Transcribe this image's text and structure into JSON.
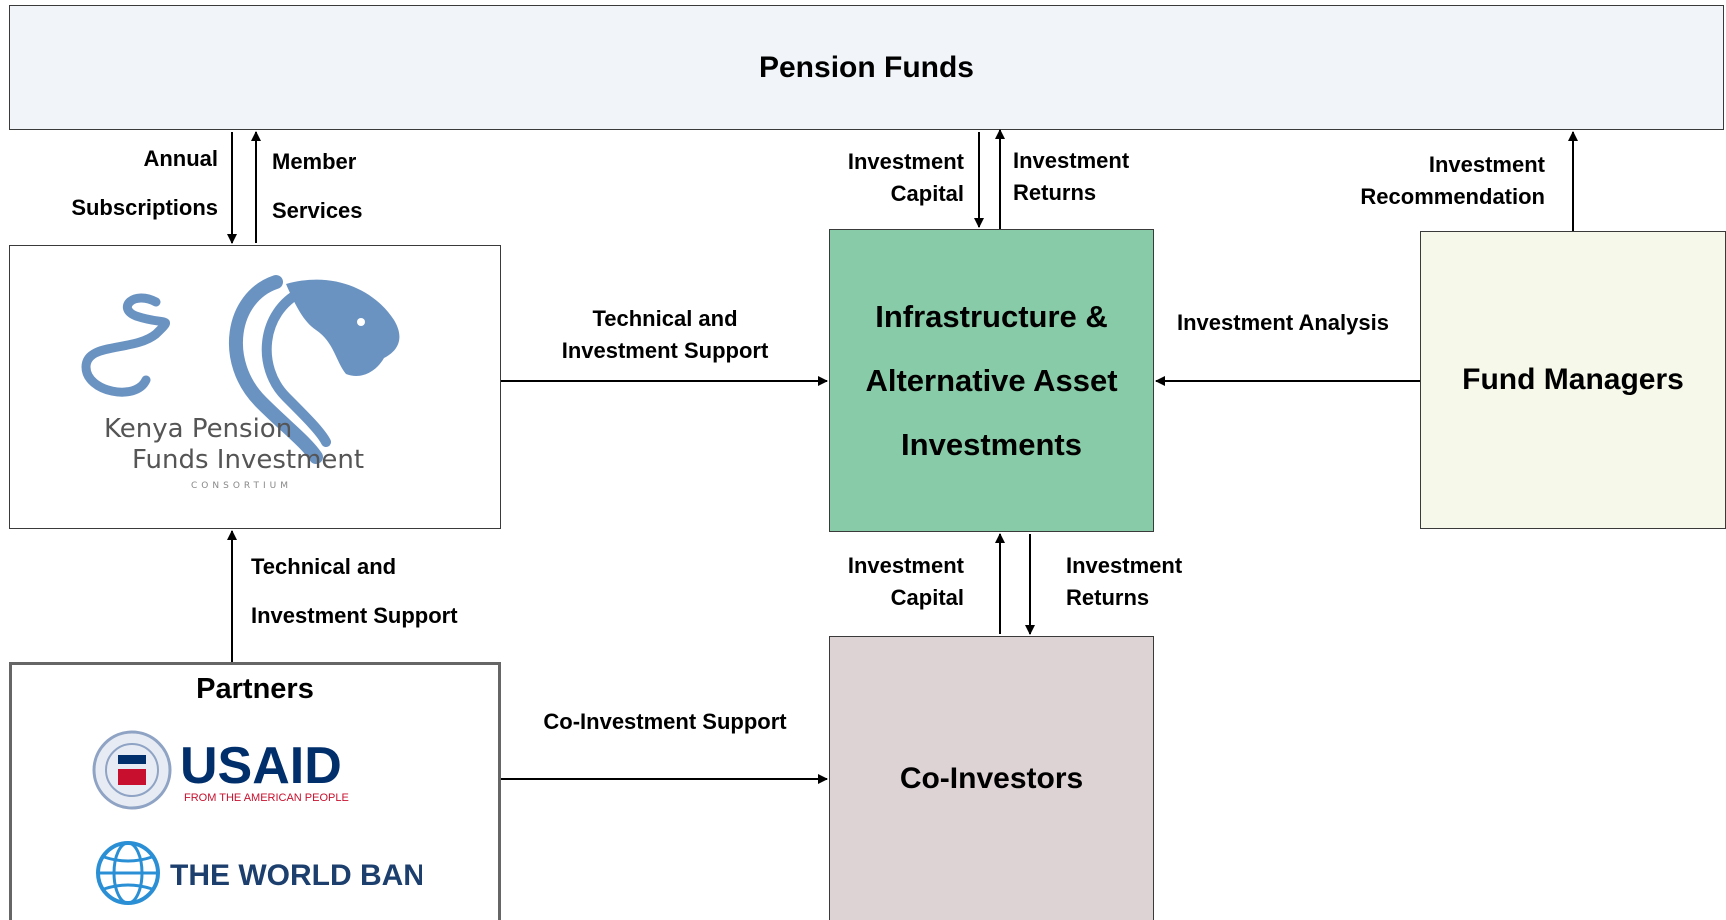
{
  "nodes": {
    "pension_funds": "Pension Funds",
    "infrastructure": [
      "Infrastructure &",
      "Alternative Asset",
      "Investments"
    ],
    "fund_managers": "Fund Managers",
    "co_investors": "Co-Investors",
    "partners": "Partners"
  },
  "logos": {
    "kpfic": {
      "line1": "Kenya Pension",
      "line2": "Funds Investment",
      "line3": "CONSORTIUM",
      "color": "#6a93c2"
    },
    "usaid": {
      "name": "USAID",
      "tagline": "FROM THE AMERICAN PEOPLE",
      "red": "#c8102e",
      "blue": "#002f6c"
    },
    "world_bank": {
      "name": "THE WORLD BANK",
      "color": "#1c3f6e",
      "globe": "#2a8fd4"
    }
  },
  "edges": {
    "annual": [
      "Annual",
      "Subscriptions"
    ],
    "member": [
      "Member",
      "Services"
    ],
    "inv_capital_top": [
      "Investment",
      "Capital"
    ],
    "inv_returns_top": [
      "Investment",
      "Returns"
    ],
    "inv_recommendation": [
      "Investment",
      "Recommendation"
    ],
    "tech_support_mid": [
      "Technical and",
      "Investment Support"
    ],
    "inv_analysis": "Investment Analysis",
    "tech_support_left": [
      "Technical and",
      "Investment Support"
    ],
    "inv_capital_bottom": [
      "Investment",
      "Capital"
    ],
    "inv_returns_bottom": [
      "Investment",
      "Returns"
    ],
    "co_support": "Co-Investment Support"
  },
  "colors": {
    "pension_funds_bg": "#f1f5f9",
    "infrastructure_bg": "#88cba8",
    "fund_managers_bg": "#f6f9e9",
    "co_investors_bg": "#ddd3d5",
    "border": "#3a3a3a"
  }
}
